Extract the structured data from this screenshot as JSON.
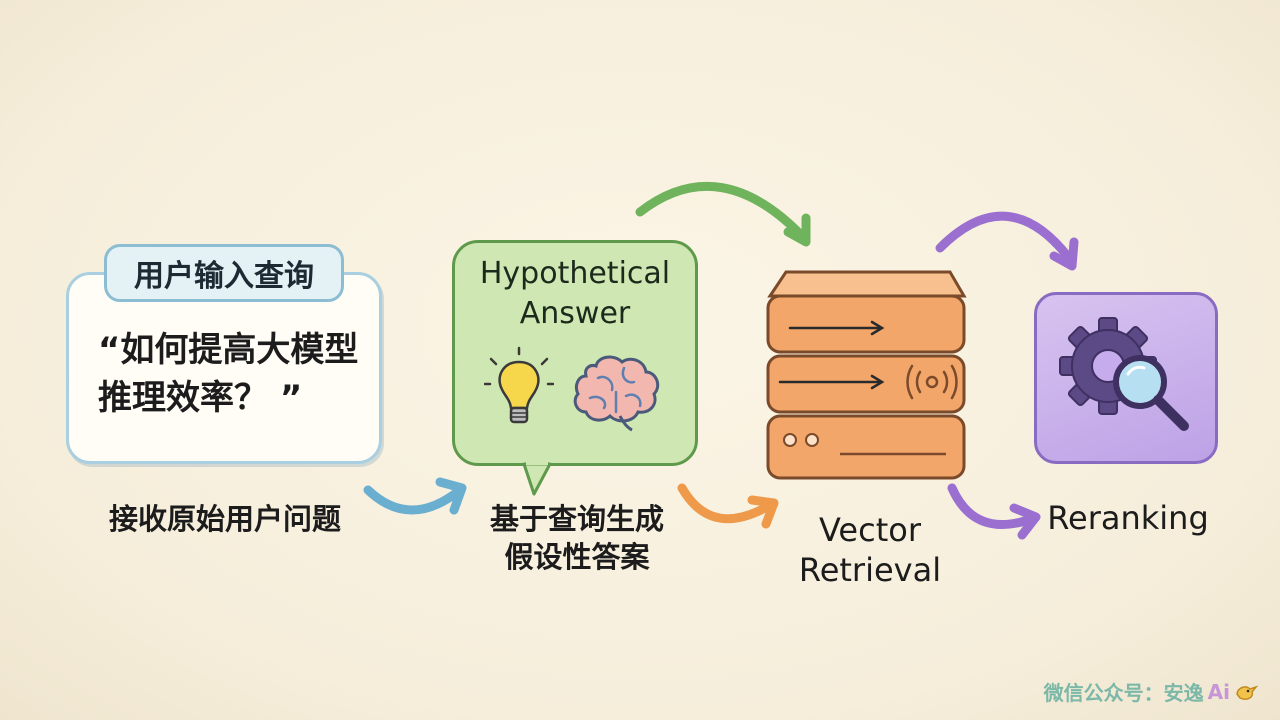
{
  "query": {
    "tag": "用户输入查询",
    "line1": "“如何提高大模型",
    "line2": "推理效率？ ”",
    "caption": "接收原始用户问题"
  },
  "answer": {
    "title_line1": "Hypothetical",
    "title_line2": "Answer",
    "caption_line1": "基于查询生成",
    "caption_line2": "假设性答案",
    "icons": [
      "lightbulb-icon",
      "brain-icon"
    ]
  },
  "retrieval": {
    "caption_line1": "Vector",
    "caption_line2": "Retrieval",
    "icons": [
      "server-stack-icon",
      "signal-icon"
    ]
  },
  "rerank": {
    "caption": "Reranking",
    "icons": [
      "gear-icon",
      "magnifier-icon"
    ]
  },
  "watermark": {
    "text": "微信公众号：安逸",
    "ai": "Ai"
  },
  "colors": {
    "query_border": "#8dbdd2",
    "answer_fill": "#cfe7b2",
    "server_fill": "#f4a96a",
    "rerank_fill": "#c6acec",
    "arrow_blue": "#6aaed0",
    "arrow_green": "#6fb35c",
    "arrow_orange": "#ee9a4a",
    "arrow_purple": "#9a6fd0"
  }
}
